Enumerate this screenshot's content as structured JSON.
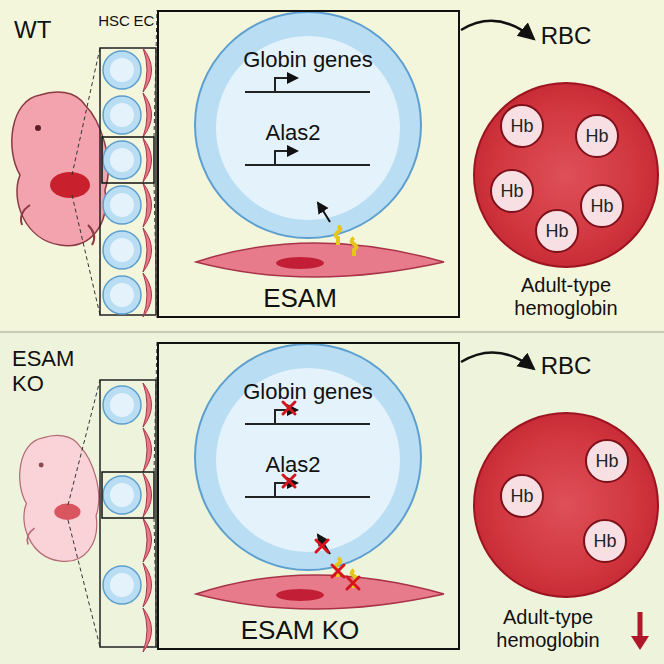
{
  "diagram": {
    "nodes": [
      {
        "text": [
          "Globin genes",
          "Alas2",
          "ESAM"
        ]
      },
      {
        "text": [
          "RBC"
        ]
      },
      {
        "text": [
          "Hb"
        ],
        "in": 1
      },
      {
        "text": [
          "Hb"
        ],
        "in": 1
      },
      {
        "text": [
          "Hb"
        ],
        "in": 1
      },
      {
        "text": [
          "Hb"
        ],
        "in": 1
      },
      {
        "text": [
          "Hb"
        ],
        "in": 1
      },
      {
        "text": [
          "Globin genes",
          "Alas2",
          "ESAM KO"
        ]
      },
      {
        "text": [
          "RBC"
        ]
      },
      {
        "text": [
          "Hb"
        ],
        "in": 8
      },
      {
        "text": [
          "Hb"
        ],
        "in": 8
      },
      {
        "text": [
          "Hb"
        ],
        "in": 8
      }
    ],
    "edges": [
      {
        "from": 0,
        "to": 1,
        "arrow": "to"
      },
      {
        "from": 7,
        "to": 8,
        "arrow": "to"
      }
    ],
    "labels": [
      "WT",
      "HSC",
      "EC",
      "Adult-type hemoglobin",
      "ESAM KO",
      "Adult-type hemoglobin"
    ]
  }
}
